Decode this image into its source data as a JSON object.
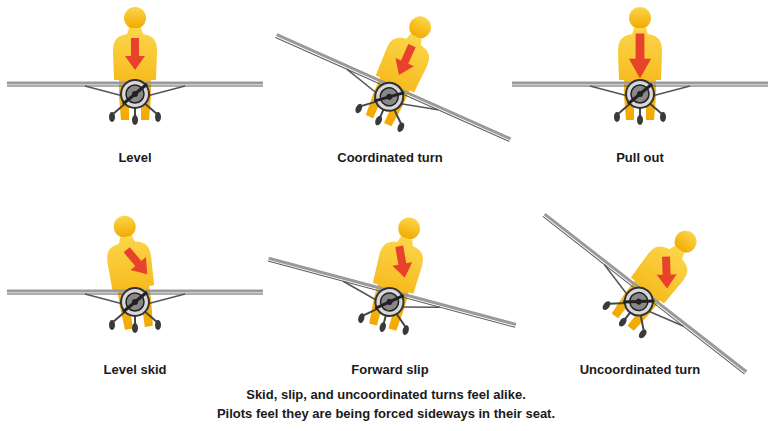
{
  "diagram": {
    "labels": [
      "Level",
      "Coordinated turn",
      "Pull out",
      "Level skid",
      "Forward slip",
      "Uncoordinated turn",
      "Skid, slip, and uncoordinated turns feel alike.",
      "Pilots feel they are being forced sideways in their seat."
    ]
  }
}
